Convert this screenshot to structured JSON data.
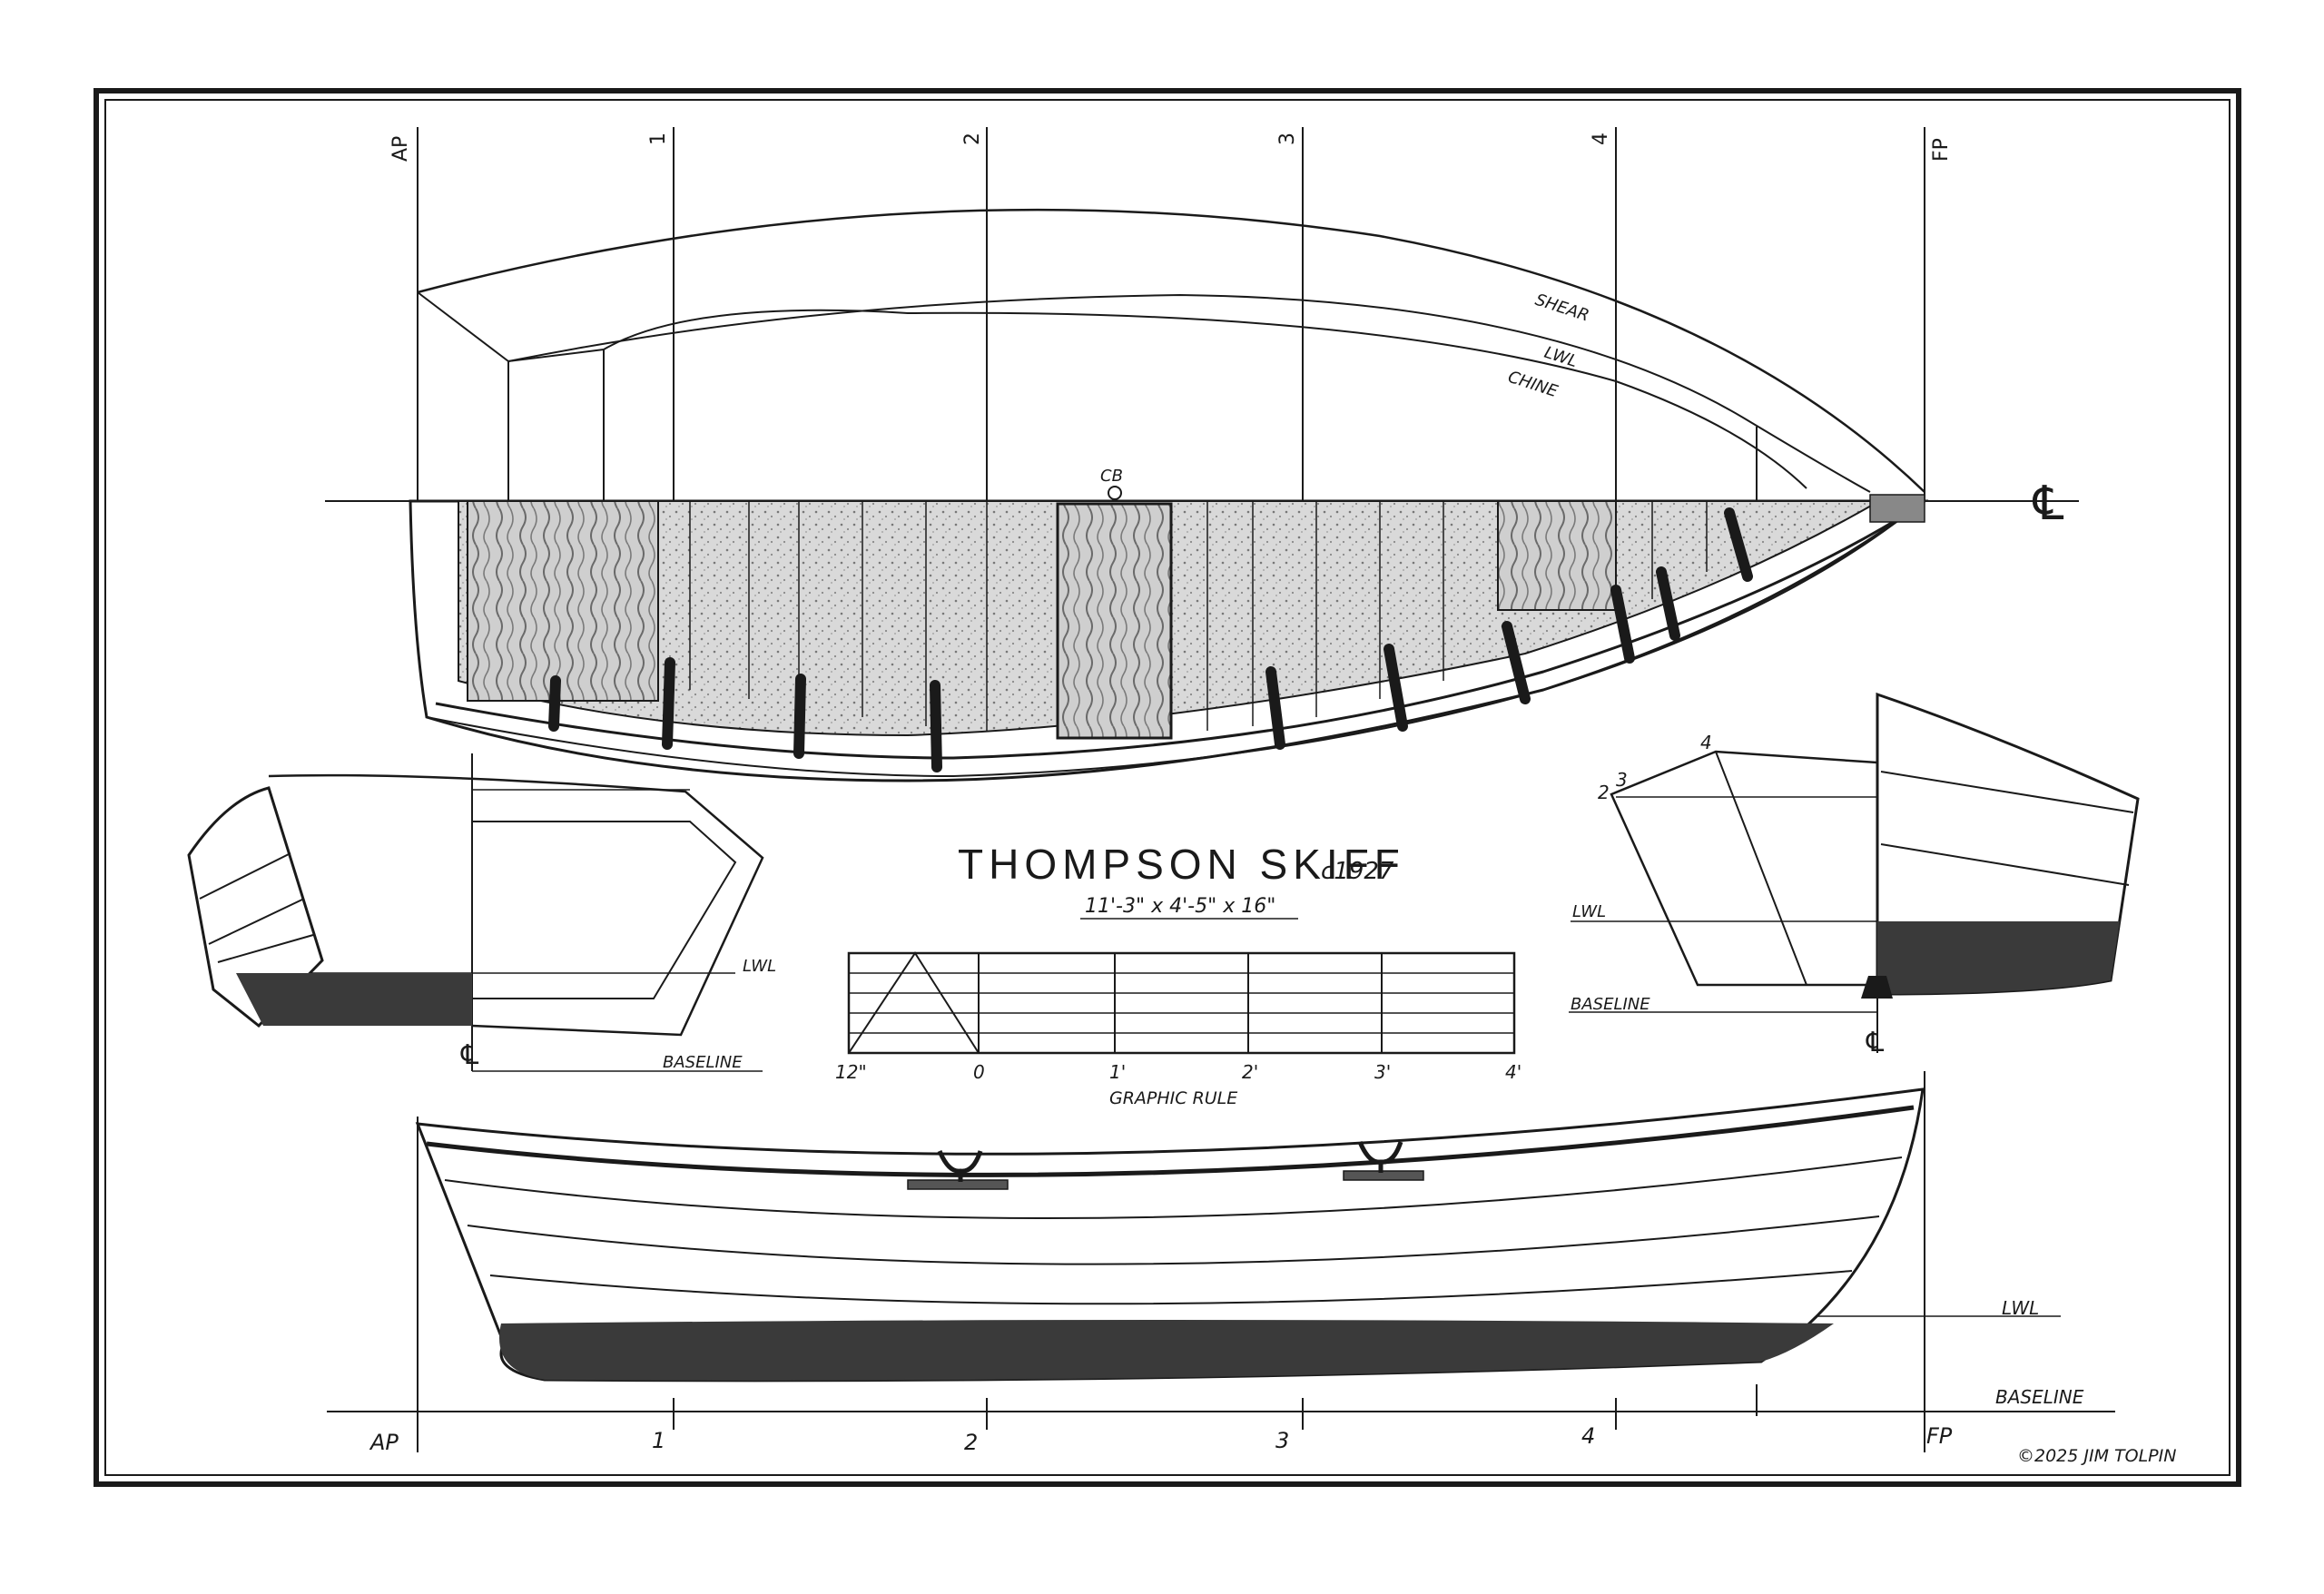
{
  "title": "THOMPSON SKIFF",
  "title_date": "c1927",
  "dimensions": "11'-3\" x 4'-5\" x 16\"",
  "graphic_rule": {
    "label": "GRAPHIC RULE",
    "ticks": [
      "12\"",
      "0",
      "1'",
      "2'",
      "3'",
      "4'"
    ]
  },
  "plan_view": {
    "stations": [
      "AP",
      "1",
      "2",
      "3",
      "4",
      "FP"
    ],
    "line_labels": {
      "shear": "SHEAR",
      "lwl": "LWL",
      "chine": "CHINE"
    },
    "cb_label": "CB",
    "centerline_symbol": "℄"
  },
  "body_plan_aft": {
    "lwl_label": "LWL",
    "baseline_label": "BASELINE",
    "centerline_symbol": "℄"
  },
  "body_plan_fwd": {
    "lwl_label": "LWL",
    "baseline_label": "BASELINE",
    "centerline_symbol": "℄",
    "station_numbers": [
      "2",
      "3",
      "4"
    ]
  },
  "profile_view": {
    "stations": [
      "AP",
      "1",
      "2",
      "3",
      "4",
      "FP"
    ],
    "lwl_label": "LWL",
    "baseline_label": "BASELINE"
  },
  "copyright": "©2025 JIM TOLPIN",
  "colors": {
    "ink": "#1a1a1a",
    "bottom_paint": "#3a3a3a",
    "plank_fill": "#b9b9b9",
    "paper": "#ffffff"
  }
}
